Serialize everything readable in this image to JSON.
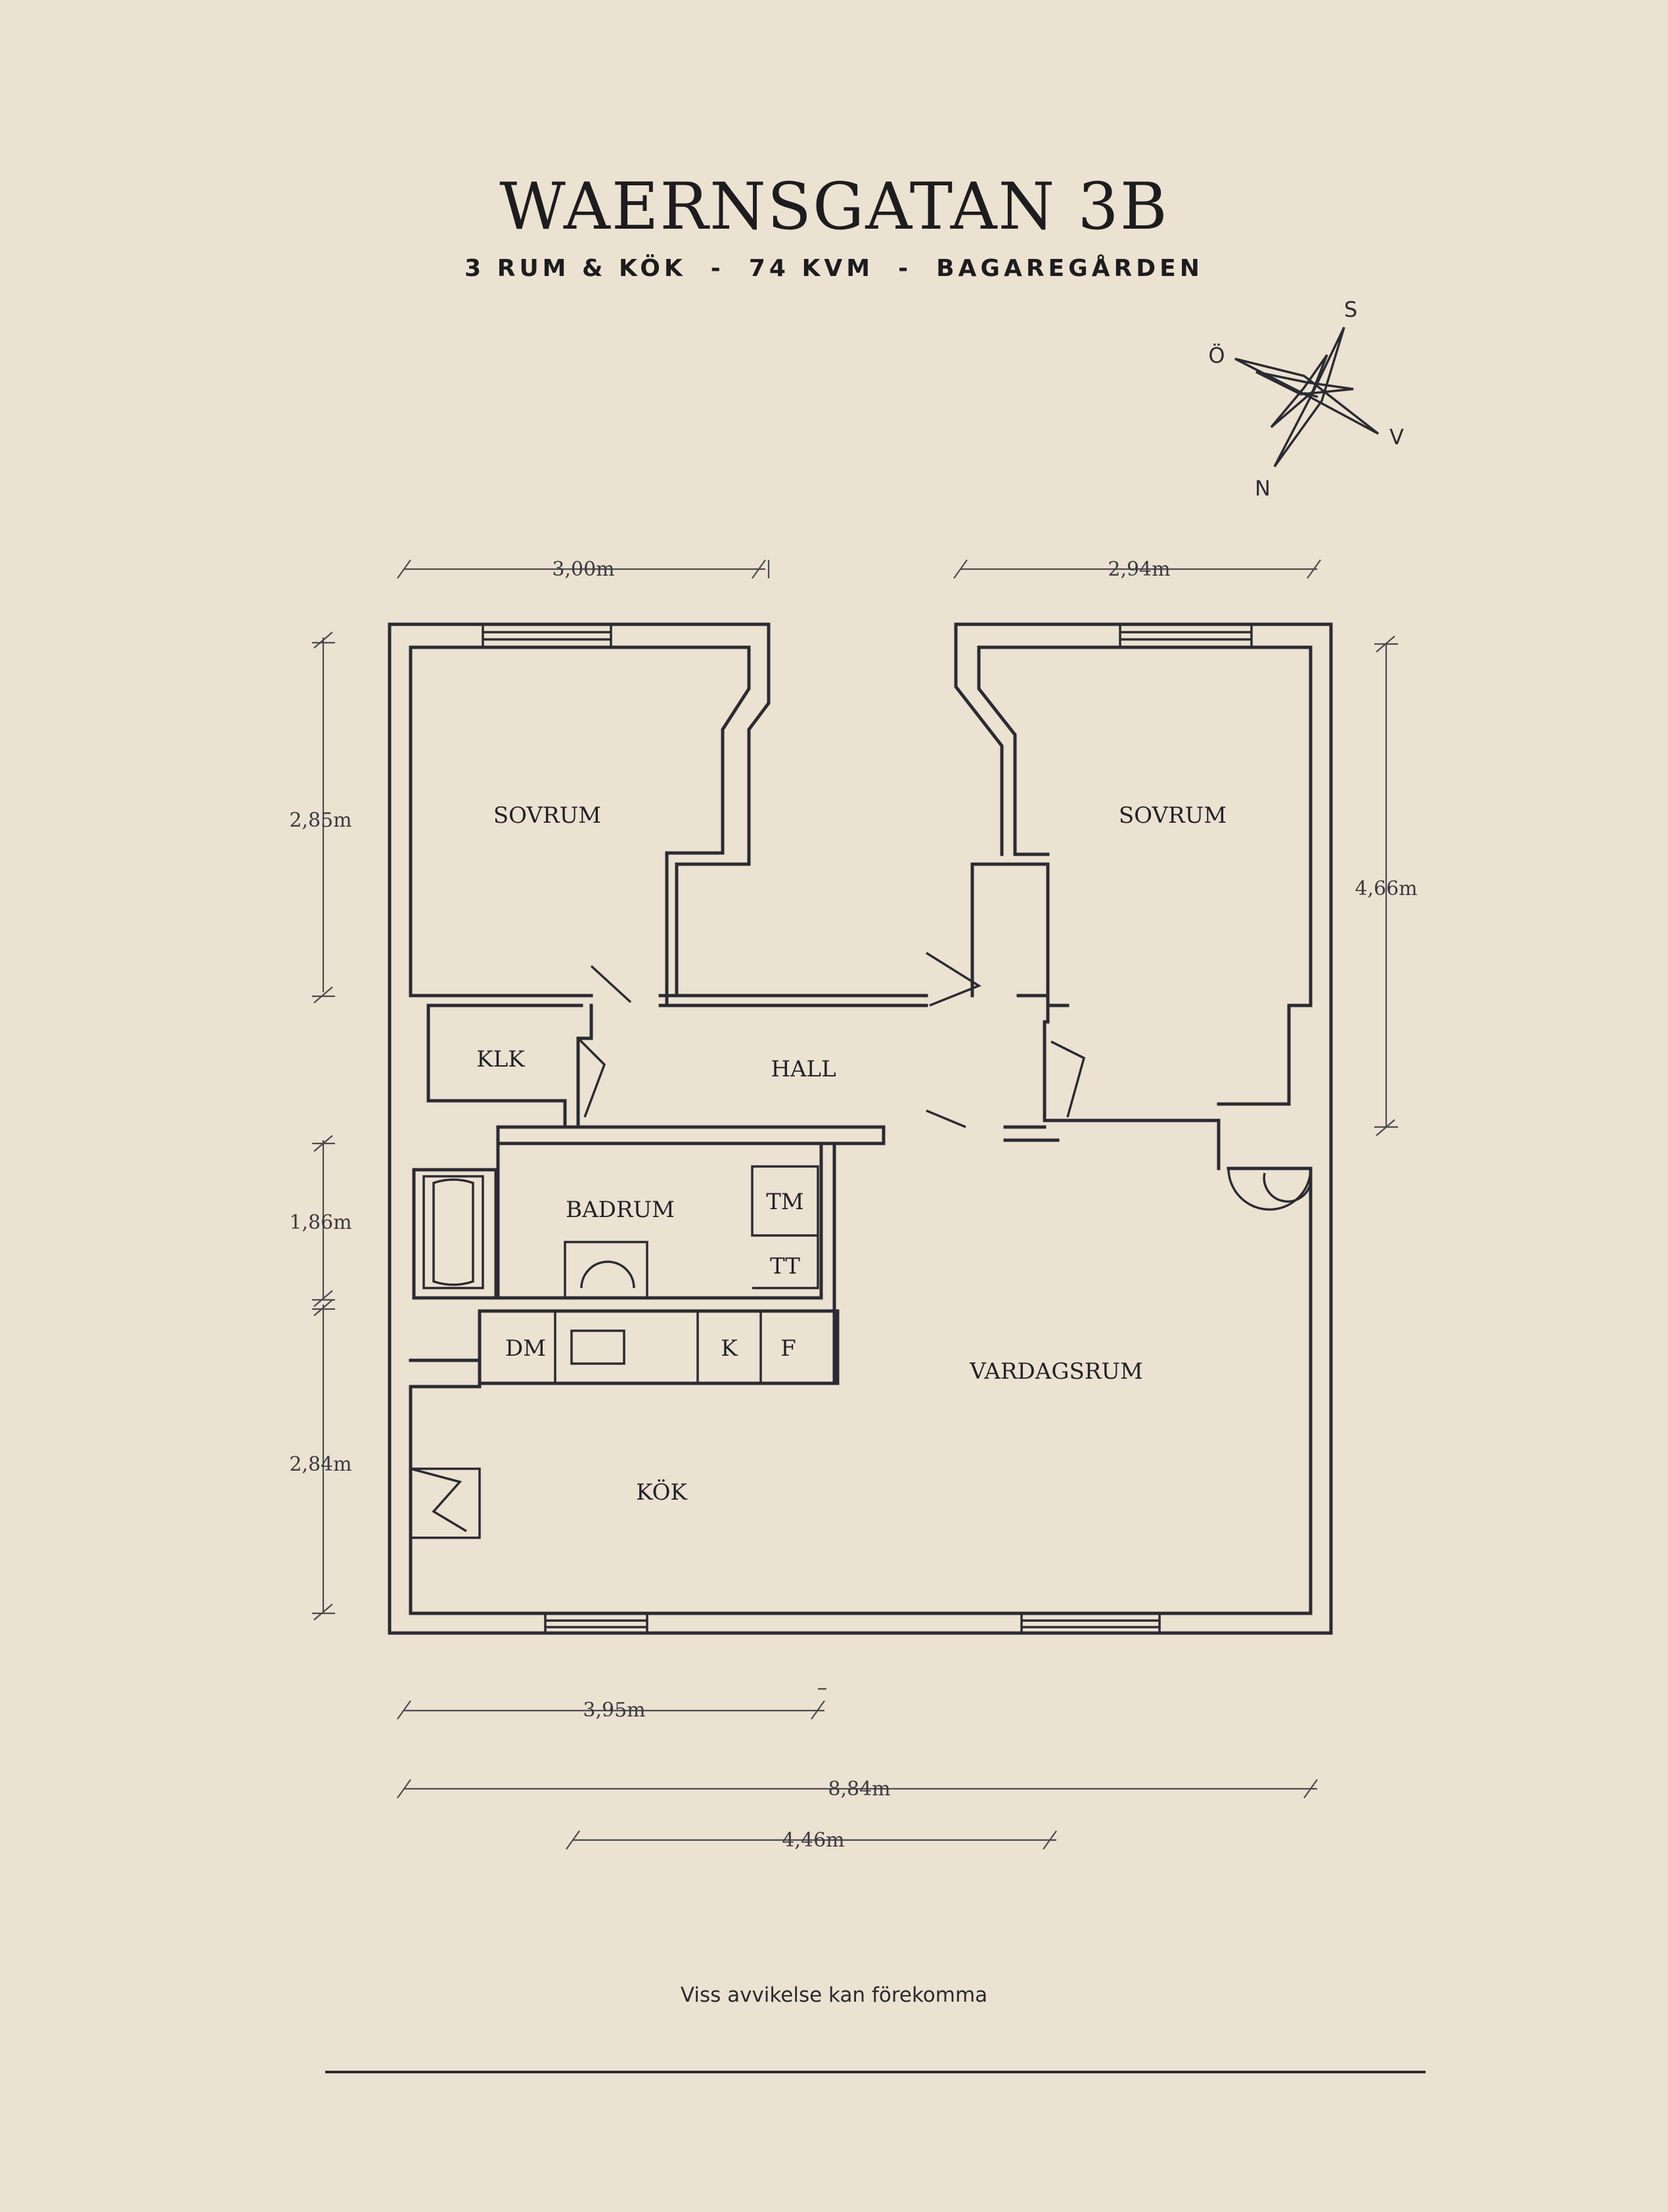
{
  "header": {
    "title": "WAERNSGATAN 3B",
    "subtitle": "3 RUM & KÖK  -  74 KVM  -  BAGAREGÅRDEN"
  },
  "compass": {
    "s": "S",
    "o": "Ö",
    "v": "V",
    "n": "N"
  },
  "rooms": {
    "sovrum_left": "SOVRUM",
    "sovrum_right": "SOVRUM",
    "klk": "KLK",
    "hall": "HALL",
    "badrum": "BADRUM",
    "tm": "TM",
    "tt": "TT",
    "dm": "DM",
    "k": "K",
    "f": "F",
    "vardagsrum": "VARDAGSRUM",
    "kok": "KÖK"
  },
  "dimensions": {
    "top_left": "3,00m",
    "top_right": "2,94m",
    "left_upper": "2,85m",
    "right_upper": "4,66m",
    "left_middle": "1,86m",
    "left_lower": "2,84m",
    "bottom_395": "3,95m",
    "bottom_884": "8,84m",
    "bottom_446": "4,46m"
  },
  "footer": {
    "disclaimer": "Viss avvikelse kan förekomma"
  },
  "colors": {
    "background": "#ebe2d1",
    "ink": "#2b2b33"
  }
}
